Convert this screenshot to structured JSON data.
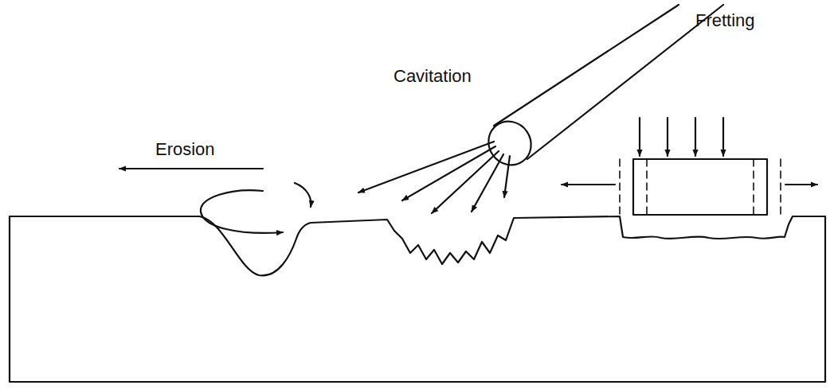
{
  "diagram": {
    "labels": [
      "Erosion",
      "Cavitation",
      "Fretting"
    ]
  }
}
